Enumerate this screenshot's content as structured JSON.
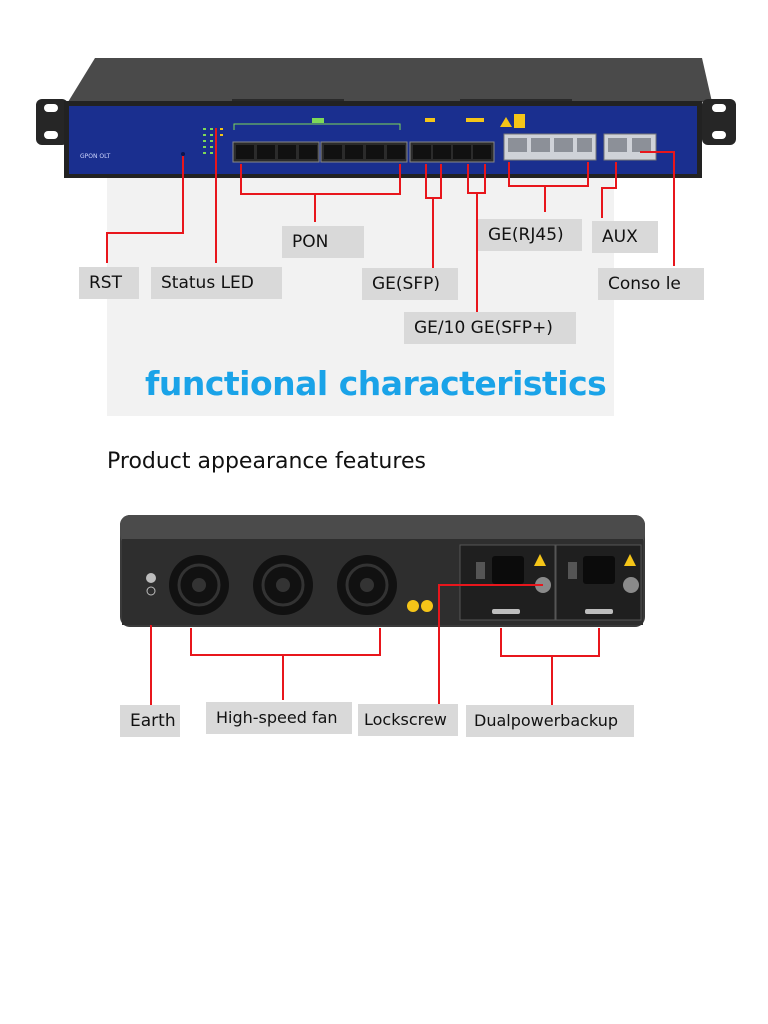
{
  "front": {
    "panel_text": "GPON OLT",
    "labels": {
      "rst": "RST",
      "status_led": "Status LED",
      "pon": "PON",
      "ge_sfp": "GE(SFP)",
      "ge_rj45": "GE(RJ45)",
      "aux": "AUX",
      "console": "Conso le",
      "ge_10ge": "GE/10 GE(SFP+)"
    }
  },
  "headings": {
    "functional": "functional characteristics",
    "appearance": "Product appearance features"
  },
  "rear": {
    "labels": {
      "earth": "Earth",
      "fan": "High-speed fan",
      "lockscrew": "Lockscrew",
      "power": "Dualpowerbackup"
    }
  },
  "colors": {
    "callout_line": "#e8161c",
    "label_bg": "#d9d9d9",
    "heading_blue": "#1aa3e8",
    "front_panel_blue": "#1a2f8f"
  }
}
